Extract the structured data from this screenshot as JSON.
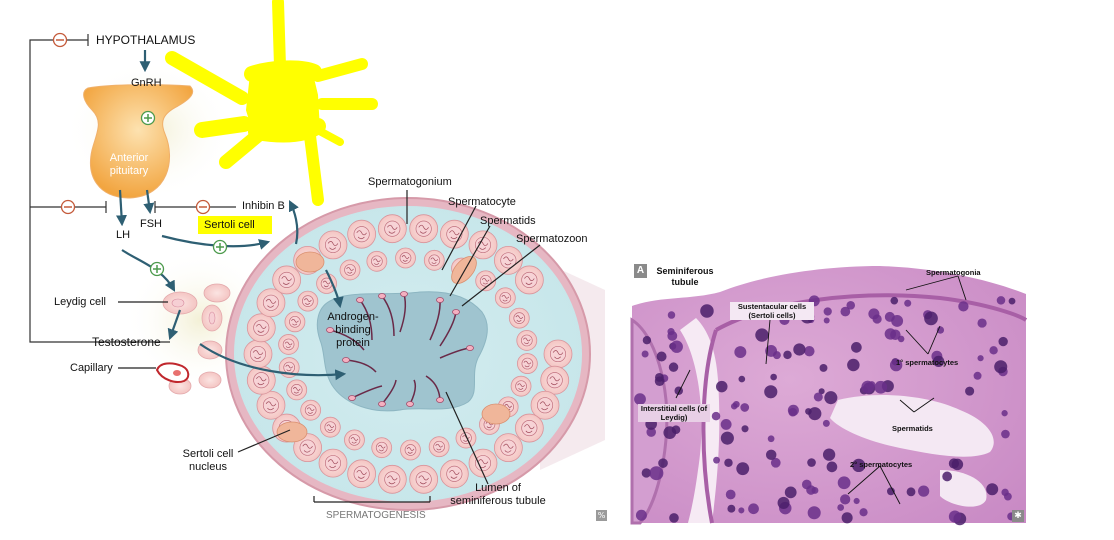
{
  "diagram": {
    "hypothalamus": "HYPOTHALAMUS",
    "gnrh": "GnRH",
    "anterior_pituitary": "Anterior pituitary",
    "inhibin_b": "Inhibin B",
    "sertoli_cell": "Sertoli cell",
    "fsh": "FSH",
    "lh": "LH",
    "leydig_cell": "Leydig cell",
    "testosterone": "Testosterone",
    "capillary": "Capillary",
    "sertoli_cell_nucleus": "Sertoli cell nucleus",
    "spermatogonium": "Spermatogonium",
    "spermatocyte": "Spermatocyte",
    "spermatids": "Spermatids",
    "spermatozoon": "Spermatozoon",
    "androgen_binding_protein": "Androgen-binding protein",
    "lumen": "Lumen of seminiferous tubule",
    "spermatogenesis": "SPERMATOGENESIS",
    "plus": "+",
    "minus": "−",
    "highlight_color": "#ffff00"
  },
  "micrograph": {
    "panel_letter": "A",
    "title": "Seminiferous tubule",
    "spermatogonia": "Spermatogonia",
    "sustentacular": "Sustentacular cells (Sertoli cells)",
    "primary_spermatocytes": "1° spermatocytes",
    "interstitial": "Interstitial cells (of Leydig)",
    "spermatids": "Spermatids",
    "secondary_spermatocytes": "2° spermatocytes",
    "corner_mark": "✱"
  }
}
